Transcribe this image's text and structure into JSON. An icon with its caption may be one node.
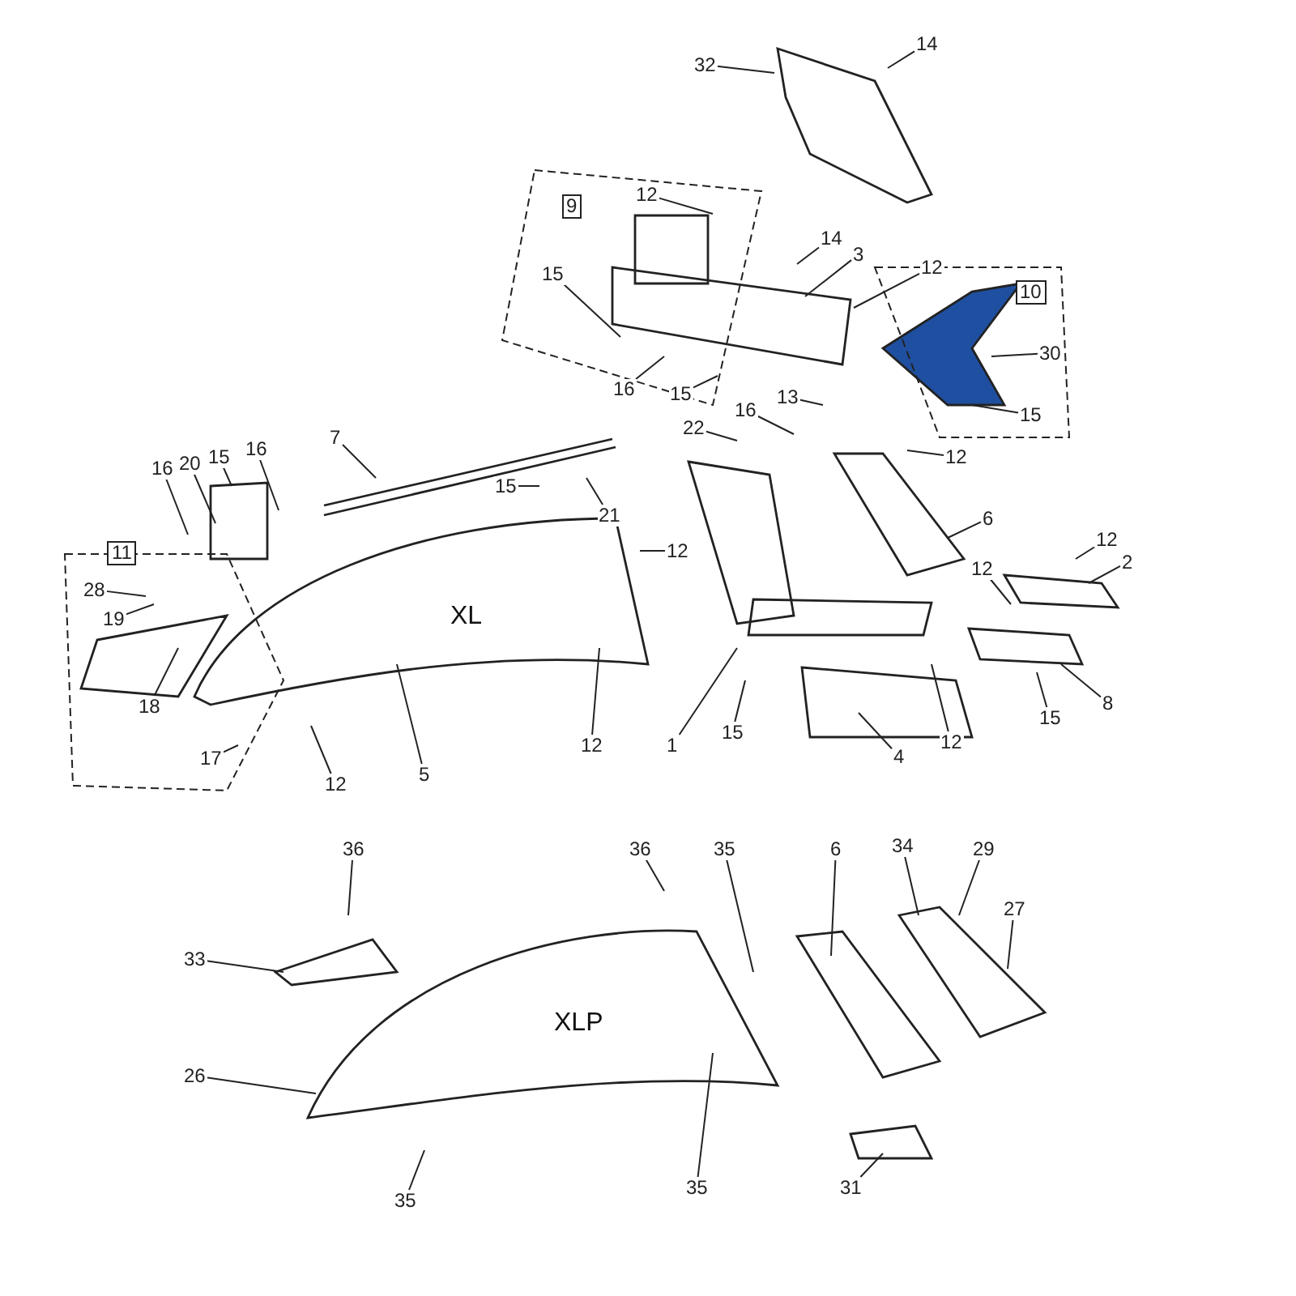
{
  "diagram": {
    "nodes": [
      {
        "text": [
          "32"
        ]
      },
      {
        "text": [
          "14"
        ]
      },
      {
        "text": [
          "9"
        ]
      },
      {
        "text": [
          "12"
        ]
      },
      {
        "text": [
          "14"
        ]
      },
      {
        "text": [
          "3"
        ]
      },
      {
        "text": [
          "12"
        ]
      },
      {
        "text": [
          "10"
        ]
      },
      {
        "text": [
          "15"
        ]
      },
      {
        "text": [
          "30"
        ]
      },
      {
        "text": [
          "16"
        ]
      },
      {
        "text": [
          "15"
        ]
      },
      {
        "text": [
          "13"
        ]
      },
      {
        "text": [
          "16"
        ]
      },
      {
        "text": [
          "15"
        ]
      },
      {
        "text": [
          "22"
        ]
      },
      {
        "text": [
          "7"
        ]
      },
      {
        "text": [
          "16"
        ]
      },
      {
        "text": [
          "15"
        ]
      },
      {
        "text": [
          "12"
        ]
      },
      {
        "text": [
          "20"
        ]
      },
      {
        "text": [
          "16"
        ]
      },
      {
        "text": [
          "15"
        ]
      },
      {
        "text": [
          "21"
        ]
      },
      {
        "text": [
          "6"
        ]
      },
      {
        "text": [
          "12"
        ]
      },
      {
        "text": [
          "12"
        ]
      },
      {
        "text": [
          "11"
        ]
      },
      {
        "text": [
          "2"
        ]
      },
      {
        "text": [
          "12"
        ]
      },
      {
        "text": [
          "28"
        ]
      },
      {
        "text": [
          "19"
        ]
      },
      {
        "text": [
          "18"
        ]
      },
      {
        "text": [
          "8"
        ]
      },
      {
        "text": [
          "15"
        ]
      },
      {
        "text": [
          "15"
        ]
      },
      {
        "text": [
          "12"
        ]
      },
      {
        "text": [
          "1"
        ]
      },
      {
        "text": [
          "12"
        ]
      },
      {
        "text": [
          "17"
        ]
      },
      {
        "text": [
          "4"
        ]
      },
      {
        "text": [
          "5"
        ]
      },
      {
        "text": [
          "12"
        ]
      },
      {
        "text": [
          "36"
        ]
      },
      {
        "text": [
          "36"
        ]
      },
      {
        "text": [
          "35"
        ]
      },
      {
        "text": [
          "6"
        ]
      },
      {
        "text": [
          "34"
        ]
      },
      {
        "text": [
          "29"
        ]
      },
      {
        "text": [
          "27"
        ]
      },
      {
        "text": [
          "33"
        ]
      },
      {
        "text": [
          "26"
        ]
      },
      {
        "text": [
          "35"
        ]
      },
      {
        "text": [
          "35"
        ]
      },
      {
        "text": [
          "31"
        ]
      }
    ],
    "edges": [
      {
        "from": 0,
        "to": null,
        "arrow": "none"
      },
      {
        "from": 1,
        "to": null,
        "arrow": "none"
      },
      {
        "from": 3,
        "to": null,
        "arrow": "none"
      },
      {
        "from": 4,
        "to": null,
        "arrow": "none"
      },
      {
        "from": 5,
        "to": null,
        "arrow": "none"
      },
      {
        "from": 6,
        "to": null,
        "arrow": "none"
      },
      {
        "from": 8,
        "to": null,
        "arrow": "none"
      },
      {
        "from": 9,
        "to": null,
        "arrow": "none"
      },
      {
        "from": 10,
        "to": null,
        "arrow": "none"
      },
      {
        "from": 11,
        "to": null,
        "arrow": "none"
      },
      {
        "from": 12,
        "to": null,
        "arrow": "none"
      },
      {
        "from": 13,
        "to": null,
        "arrow": "none"
      },
      {
        "from": 14,
        "to": null,
        "arrow": "none"
      },
      {
        "from": 15,
        "to": null,
        "arrow": "none"
      },
      {
        "from": 16,
        "to": null,
        "arrow": "none"
      },
      {
        "from": 17,
        "to": null,
        "arrow": "none"
      },
      {
        "from": 18,
        "to": null,
        "arrow": "none"
      },
      {
        "from": 19,
        "to": null,
        "arrow": "none"
      },
      {
        "from": 20,
        "to": null,
        "arrow": "none"
      },
      {
        "from": 21,
        "to": null,
        "arrow": "none"
      },
      {
        "from": 22,
        "to": null,
        "arrow": "none"
      },
      {
        "from": 23,
        "to": null,
        "arrow": "none"
      },
      {
        "from": 24,
        "to": null,
        "arrow": "none"
      },
      {
        "from": 25,
        "to": null,
        "arrow": "none"
      },
      {
        "from": 26,
        "to": null,
        "arrow": "none"
      },
      {
        "from": 28,
        "to": null,
        "arrow": "none"
      },
      {
        "from": 29,
        "to": null,
        "arrow": "none"
      },
      {
        "from": 30,
        "to": null,
        "arrow": "none"
      },
      {
        "from": 31,
        "to": null,
        "arrow": "none"
      },
      {
        "from": 32,
        "to": null,
        "arrow": "none"
      },
      {
        "from": 33,
        "to": null,
        "arrow": "none"
      },
      {
        "from": 34,
        "to": null,
        "arrow": "none"
      },
      {
        "from": 35,
        "to": null,
        "arrow": "none"
      },
      {
        "from": 36,
        "to": null,
        "arrow": "none"
      },
      {
        "from": 37,
        "to": null,
        "arrow": "none"
      },
      {
        "from": 38,
        "to": null,
        "arrow": "none"
      },
      {
        "from": 39,
        "to": null,
        "arrow": "none"
      },
      {
        "from": 40,
        "to": null,
        "arrow": "none"
      },
      {
        "from": 41,
        "to": null,
        "arrow": "none"
      },
      {
        "from": 42,
        "to": null,
        "arrow": "none"
      },
      {
        "from": 43,
        "to": null,
        "arrow": "none"
      },
      {
        "from": 44,
        "to": null,
        "arrow": "none"
      },
      {
        "from": 45,
        "to": null,
        "arrow": "none"
      },
      {
        "from": 46,
        "to": null,
        "arrow": "none"
      },
      {
        "from": 47,
        "to": null,
        "arrow": "none"
      },
      {
        "from": 48,
        "to": null,
        "arrow": "none"
      },
      {
        "from": 49,
        "to": null,
        "arrow": "none"
      },
      {
        "from": 50,
        "to": null,
        "arrow": "none"
      },
      {
        "from": 51,
        "to": null,
        "arrow": "none"
      },
      {
        "from": 52,
        "to": null,
        "arrow": "none"
      },
      {
        "from": 53,
        "to": null,
        "arrow": "none"
      },
      {
        "from": 54,
        "to": null,
        "arrow": "none"
      }
    ],
    "labels": [
      "XL",
      "XLP"
    ]
  }
}
